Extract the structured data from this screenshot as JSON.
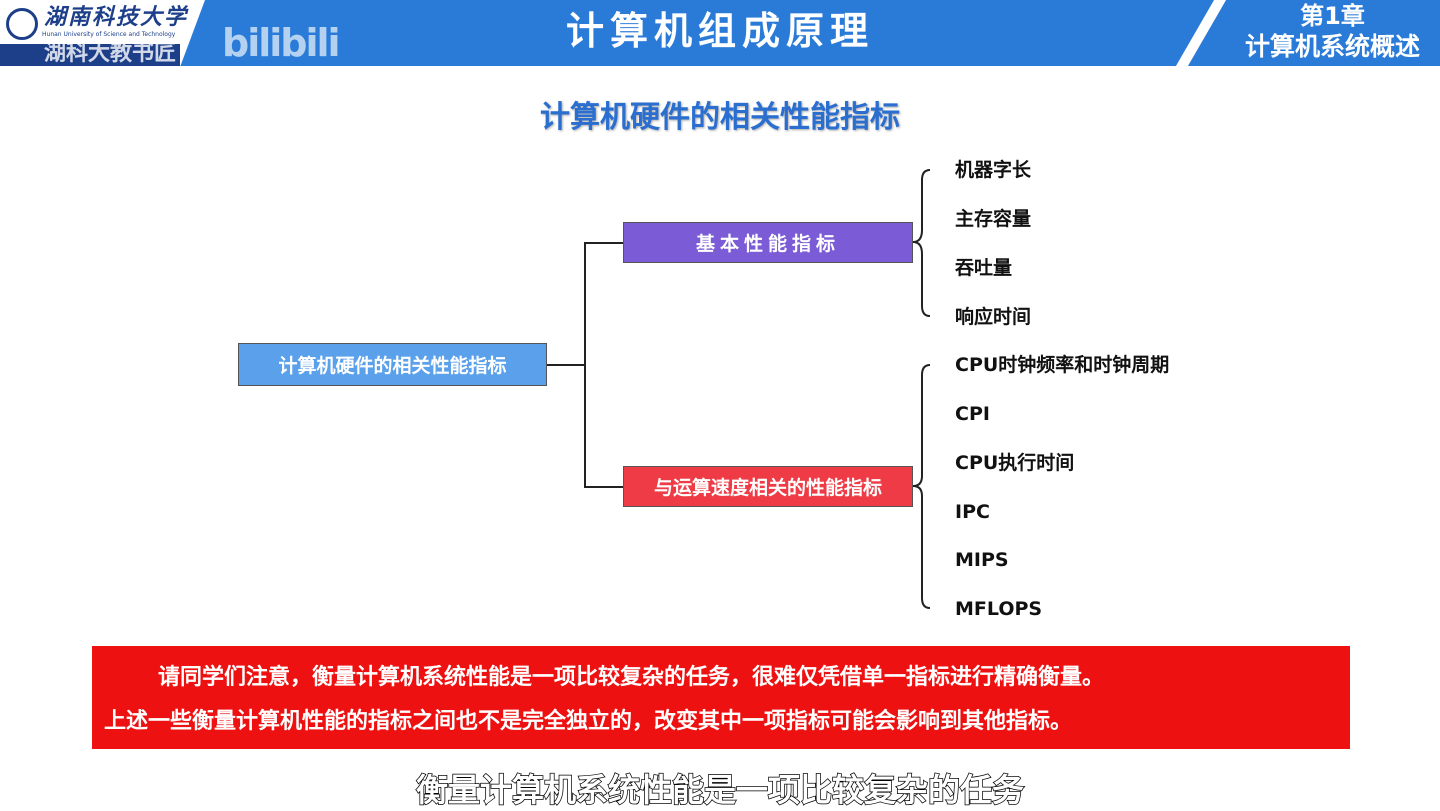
{
  "header": {
    "university_cn": "湖南科技大学",
    "university_en": "Hunan University of Science and Technology",
    "watermark": "湖科大教书匠",
    "watermark_site": "bilibili",
    "course_title": "计算机组成原理",
    "chapter": "第1章",
    "chapter_title": "计算机系统概述"
  },
  "slide": {
    "title": "计算机硬件的相关性能指标",
    "root": "计算机硬件的相关性能指标",
    "branches": [
      {
        "label": "基本性能指标",
        "color": "#7b5cd6",
        "items": [
          "机器字长",
          "主存容量",
          "吞吐量",
          "响应时间"
        ]
      },
      {
        "label": "与运算速度相关的性能指标",
        "color": "#ee3b45",
        "items": [
          "CPU时钟频率和时钟周期",
          "CPI",
          "CPU执行时间",
          "IPC",
          "MIPS",
          "MFLOPS"
        ]
      }
    ],
    "note": [
      "请同学们注意，衡量计算机系统性能是一项比较复杂的任务，很难仅凭借单一指标进行精确衡量。",
      "上述一些衡量计算机性能的指标之间也不是完全独立的，改变其中一项指标可能会影响到其他指标。"
    ]
  },
  "subtitle": "衡量计算机系统性能是一项比较复杂的任务"
}
